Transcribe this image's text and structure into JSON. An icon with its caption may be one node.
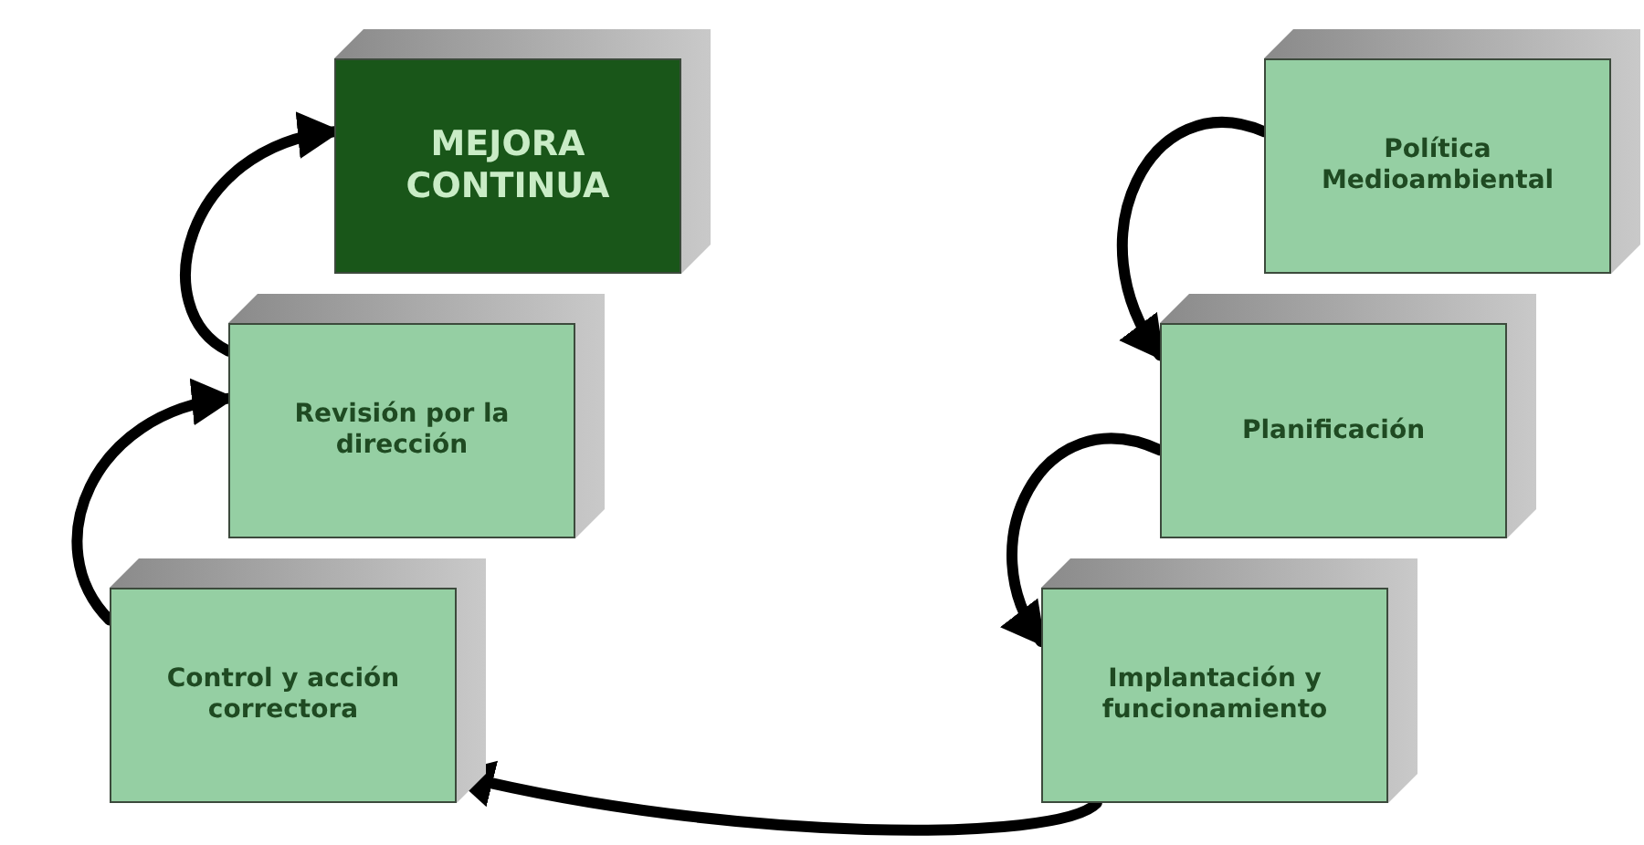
{
  "diagram": {
    "nodes": [
      {
        "text": [
          "Política Medioambiental"
        ]
      },
      {
        "text": [
          "Planificación"
        ]
      },
      {
        "text": [
          "Implantación y funcionamiento"
        ]
      },
      {
        "text": [
          "Control y acción correctora"
        ]
      },
      {
        "text": [
          "Revisión por la dirección"
        ]
      },
      {
        "text": [
          "MEJORA CONTINUA"
        ]
      }
    ],
    "edges": [
      {
        "from": 0,
        "to": 1,
        "arrow": "to"
      },
      {
        "from": 1,
        "to": 2,
        "arrow": "to"
      },
      {
        "from": 2,
        "to": 3,
        "arrow": "to"
      },
      {
        "from": 3,
        "to": 4,
        "arrow": "to"
      },
      {
        "from": 4,
        "to": 5,
        "arrow": "to"
      }
    ]
  }
}
